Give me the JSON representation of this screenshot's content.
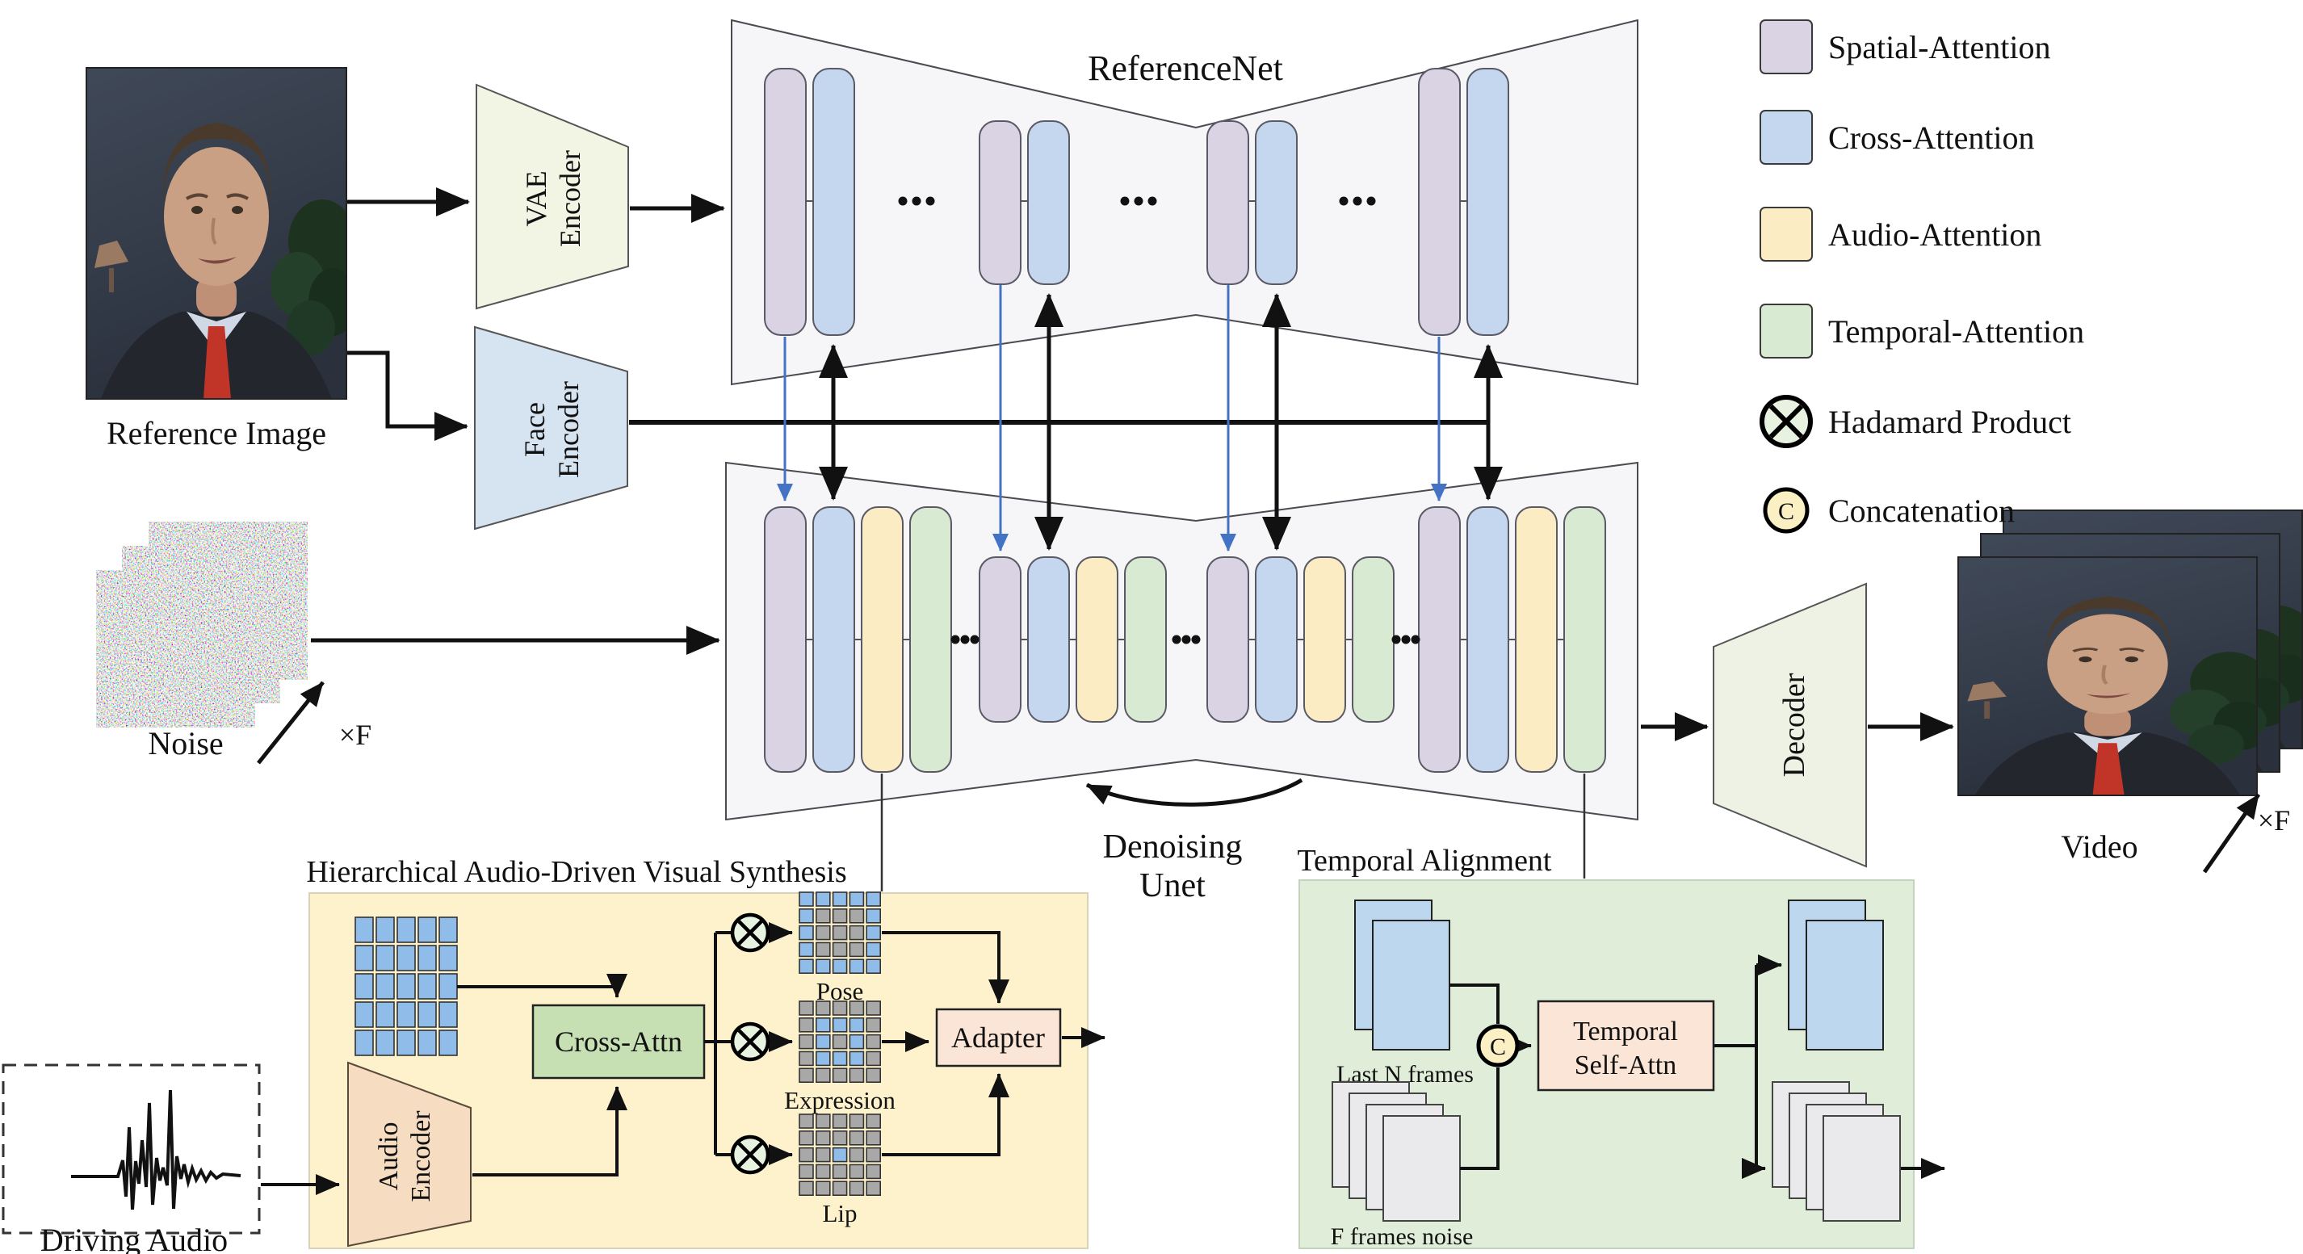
{
  "labels": {
    "referencenet": "ReferenceNet",
    "denoising_line1": "Denoising",
    "denoising_line2": "Unet",
    "synthesis_title": "Hierarchical Audio-Driven Visual Synthesis",
    "temporal_title": "Temporal Alignment",
    "reference_image": "Reference Image",
    "noise": "Noise",
    "noise_times": "×F",
    "video": "Video",
    "video_times": "×F",
    "driving_audio": "Driving Audio",
    "cross_attn": "Cross-Attn",
    "adapter": "Adapter",
    "temporal_line1": "Temporal",
    "temporal_line2": "Self-Attn",
    "last_n": "Last N frames",
    "f_frames": "F frames noise",
    "concat_c": "C",
    "vae_line1": "VAE",
    "vae_line2": "Encoder",
    "face_line1": "Face",
    "face_line2": "Encoder",
    "audio_line1": "Audio",
    "audio_line2": "Encoder",
    "decoder": "Decoder"
  },
  "legend": [
    {
      "name": "spatial-attention",
      "label": "Spatial-Attention",
      "type": "swatch",
      "color_key": "spatial"
    },
    {
      "name": "cross-attention",
      "label": "Cross-Attention",
      "type": "swatch",
      "color_key": "cross"
    },
    {
      "name": "audio-attention",
      "label": "Audio-Attention",
      "type": "swatch",
      "color_key": "audio"
    },
    {
      "name": "temporal-attention",
      "label": "Temporal-Attention",
      "type": "swatch",
      "color_key": "temporal"
    },
    {
      "name": "hadamard-product",
      "label": "Hadamard Product",
      "type": "hadamard"
    },
    {
      "name": "concatenation",
      "label": "Concatenation",
      "type": "concat"
    }
  ],
  "architecture": {
    "refnet_bars": [
      "spatial",
      "cross"
    ],
    "unet_bars": [
      "spatial",
      "cross",
      "audio",
      "temporal"
    ],
    "groups": [
      {
        "tall": true
      },
      {
        "tall": false
      },
      {
        "tall": false
      },
      {
        "tall": true
      }
    ]
  },
  "grids": {
    "audio_input": {
      "rows": [
        "BBBBB",
        "BBBBB",
        "BBBBB",
        "BBBBB",
        "BBBBB"
      ]
    },
    "pose": {
      "label": "Pose",
      "rows": [
        "BBBBB",
        "BGGGB",
        "BGGGB",
        "BGGGB",
        "BBBBB"
      ]
    },
    "expression": {
      "label": "Expression",
      "rows": [
        "GGGGG",
        "GBBBG",
        "GBGBG",
        "GBBBG",
        "GGGGG"
      ]
    },
    "lip": {
      "label": "Lip",
      "rows": [
        "GGGGG",
        "GGGGG",
        "GGBGG",
        "GGGGG",
        "GGGGG"
      ]
    }
  },
  "colors": {
    "spatial": "#D9D3E4",
    "cross": "#C5D7EE",
    "audio": "#FBECC3",
    "temporal": "#D9EAD3",
    "panel_yellow": "#FDF2CC",
    "panel_green": "#DFEDD9",
    "box_green": "#C6E0B4",
    "box_pink": "#FBE5D6",
    "enc_vae": "#F2F5E3",
    "enc_face": "#D6E4F2",
    "enc_audio": "#F6DCC1",
    "decoder": "#EDF2E4",
    "blue_cell": "#8FBCE8",
    "gray_cell": "#A8A8A8",
    "frame_blue": "#BDD7EE",
    "frame_gray": "#EAEAEC",
    "accent_blue": "#4472C4",
    "concat_fill": "#FBEFC4",
    "hadamard_fill": "#E8F2E0",
    "bowtie_fill": "#F6F6F8"
  }
}
